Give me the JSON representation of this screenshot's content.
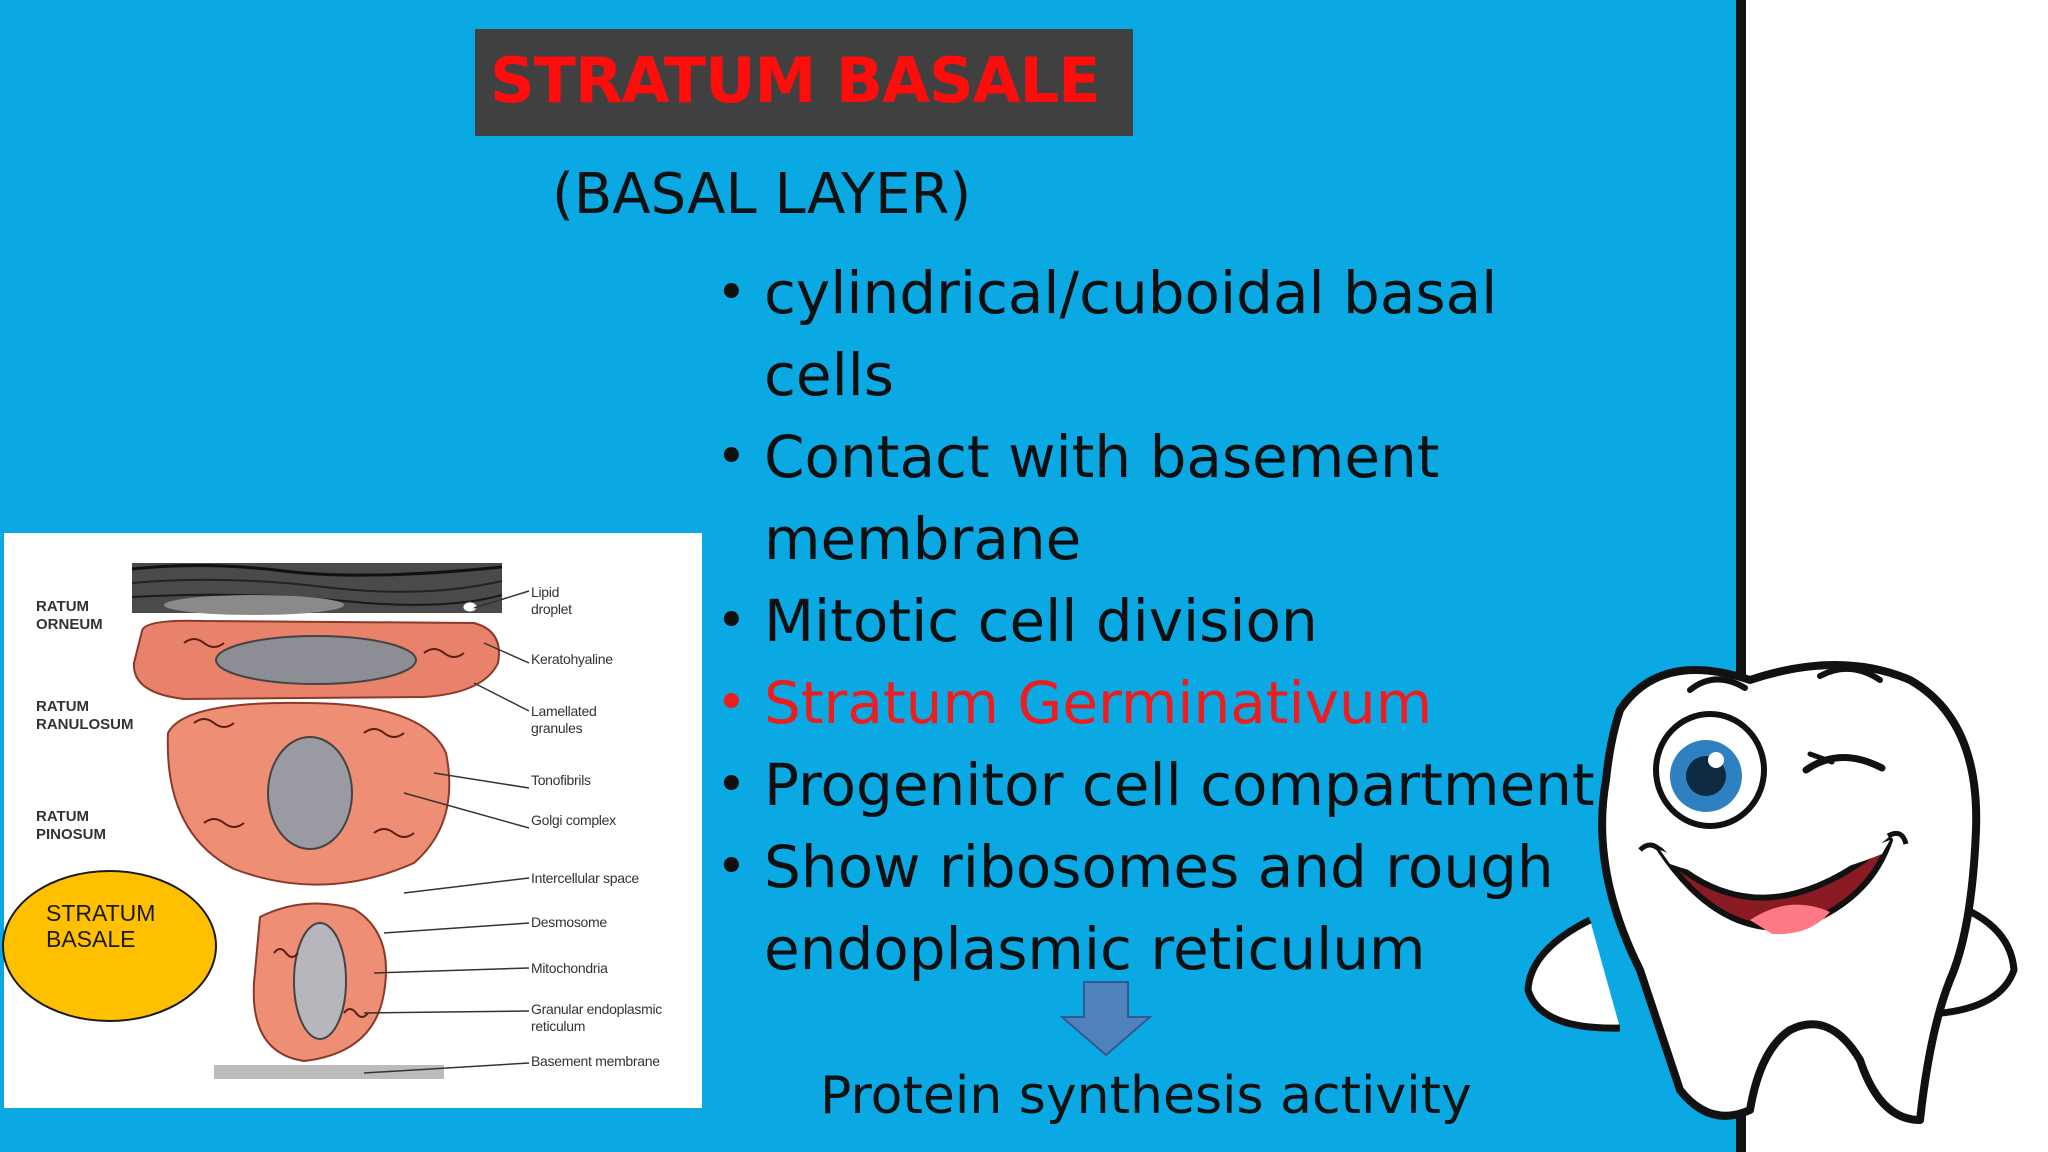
{
  "slide": {
    "title": "STRATUM BASALE",
    "subtitle": "(BASAL LAYER)",
    "bullets": [
      {
        "line1": "cylindrical/cuboidal basal",
        "line2": "cells",
        "highlight": false
      },
      {
        "line1": "Contact with basement",
        "line2": "membrane",
        "highlight": false
      },
      {
        "line1": "Mitotic cell division",
        "line2": "",
        "highlight": false
      },
      {
        "line1": "Stratum Germinativum",
        "line2": "",
        "highlight": true
      },
      {
        "line1": "Progenitor cell compartment",
        "line2": "",
        "highlight": false
      },
      {
        "line1": "Show ribosomes and rough",
        "line2": "endoplasmic reticulum",
        "highlight": false
      }
    ],
    "bullet_glyph": "•",
    "footer": "Protein synthesis activity"
  },
  "figure": {
    "left_labels": [
      "RATUM\nORNEUM",
      "RATUM\nRANULOSUM",
      "RATUM\nPINOSUM"
    ],
    "right_labels": [
      "Lipid\ndroplet",
      "Keratohyaline",
      "Lamellated\ngranules",
      "Tonofibrils",
      "Golgi complex",
      "Intercellular space",
      "Desmosome",
      "Mitochondria",
      "Granular endoplasmic\nreticulum",
      "Basement membrane"
    ],
    "oval_label_line1": "STRATUM",
    "oval_label_line2": "BASALE"
  },
  "icons": {
    "mascot": "tooth-mascot-icon",
    "arrow": "arrow-down-icon"
  },
  "colors": {
    "background": "#0ba9e4",
    "title_box": "#404040",
    "title_text": "#ff0d0d",
    "highlight": "#ee1c1c",
    "oval": "#ffc000",
    "arrow": "#4f81bd"
  }
}
